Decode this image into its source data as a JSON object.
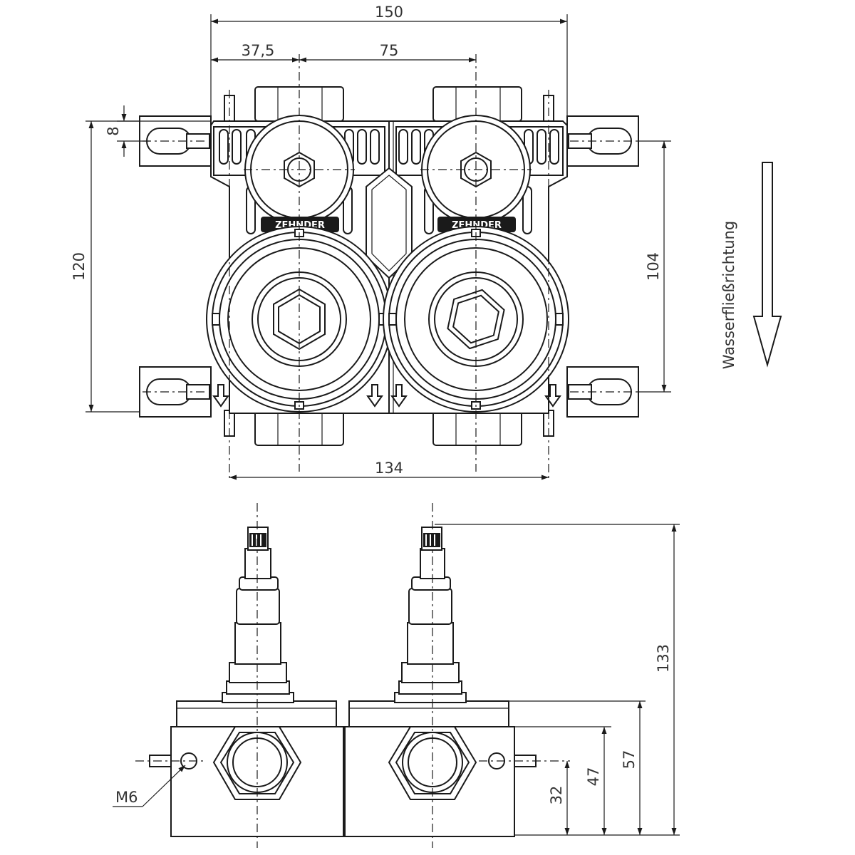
{
  "top_view": {
    "dimensions": {
      "overall_width": "150",
      "edge_to_axis": "37,5",
      "axis_spacing": "75",
      "tab_height": "8",
      "overall_height": "120",
      "mount_spacing_vertical": "104",
      "mount_spacing_horizontal": "134"
    },
    "brand_mark": "ZEHNDER"
  },
  "side_view": {
    "dimensions": {
      "total_height": "133",
      "body_height": "57",
      "port_height": "47",
      "bolt_height": "32"
    },
    "thread_label": "M6"
  },
  "flow_direction_label": "Wasserfließrichtung"
}
